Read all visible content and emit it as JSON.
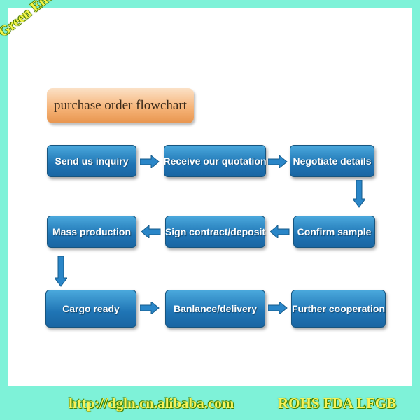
{
  "watermark": "Green Energy",
  "title": "purchase order flowchart",
  "steps": [
    "Send us inquiry",
    "Receive our quotation",
    "Negotiate details",
    "Confirm sample",
    "Sign contract/deposit",
    "Mass production",
    "Cargo ready",
    "Banlance/delivery",
    "Further cooperation"
  ],
  "footer": {
    "url": "http://dgln.cn.alibaba.com",
    "certifications": "ROHS FDA LFGB"
  },
  "colors": {
    "frame": "#7ef2d8",
    "node": "#1f74b4",
    "title_box": "#f6b57a",
    "arrow": "#2a86c8"
  }
}
